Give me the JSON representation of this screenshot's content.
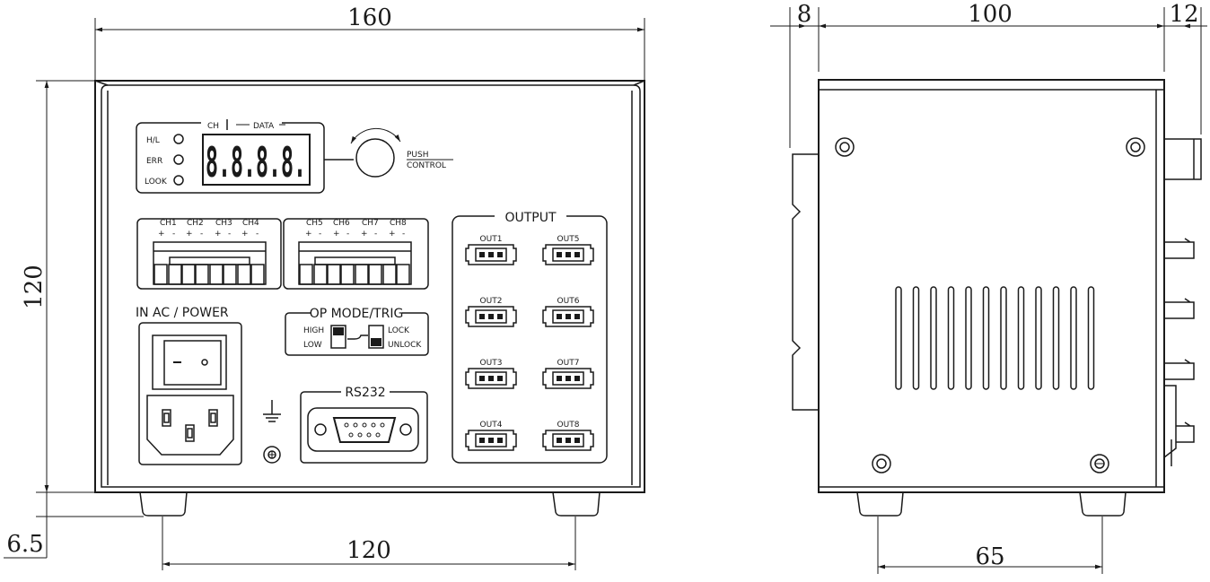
{
  "dimensions": {
    "front_width": "160",
    "front_height": "120",
    "foot_height": "6.5",
    "foot_spacing_front": "120",
    "side_left": "8",
    "side_depth": "100",
    "side_right": "12",
    "foot_spacing_side": "65"
  },
  "display": {
    "ch_label": "CH",
    "data_label": "DATA",
    "led_hl": "H/L",
    "led_err": "ERR",
    "led_look": "LOOK",
    "digits": "8.8.8.8.",
    "push_label": "PUSH",
    "control_label": "CONTROL"
  },
  "terminal_a": {
    "channels": [
      "CH1",
      "CH2",
      "CH3",
      "CH4"
    ]
  },
  "terminal_b": {
    "channels": [
      "CH5",
      "CH6",
      "CH7",
      "CH8"
    ]
  },
  "polarity": {
    "plus": "+",
    "minus": "-"
  },
  "power": {
    "label": "IN  AC / POWER"
  },
  "op_mode": {
    "title": "OP MODE/TRIG",
    "high": "HIGH",
    "low": "LOW",
    "lock": "LOCK",
    "unlock": "UNLOCK"
  },
  "rs232": {
    "label": "RS232"
  },
  "output": {
    "title": "OUTPUT",
    "ports": [
      "OUT1",
      "OUT5",
      "OUT2",
      "OUT6",
      "OUT3",
      "OUT7",
      "OUT4",
      "OUT8"
    ]
  }
}
